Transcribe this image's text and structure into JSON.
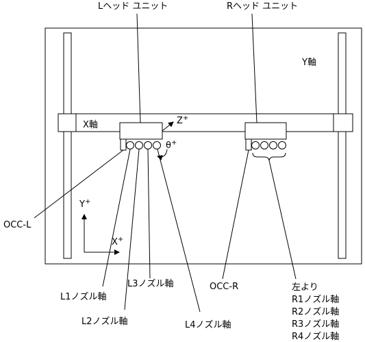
{
  "labels": {
    "l_head_unit": "Lヘッド ユニット",
    "r_head_unit": "Rヘッド ユニット",
    "y_axis": "Y軸",
    "x_axis": "X軸",
    "z_plus": "Z",
    "theta_plus": "θ",
    "plus": "+",
    "occ_l": "OCC-L",
    "occ_r": "OCC-R",
    "l1": "L1ノズル軸",
    "l2": "L2ノズル軸",
    "l3": "L3ノズル軸",
    "l4": "L4ノズル軸",
    "left_from": "左より",
    "r1": "R1ノズル軸",
    "r2": "R2ノズル軸",
    "r3": "R3ノズル軸",
    "r4": "R4ノズル軸",
    "coord_y": "Y",
    "coord_x": "X"
  },
  "icons": {
    "arrow": "arrow-head",
    "theta_rotation": "curved-arrow"
  },
  "colors": {
    "line": "#000000",
    "background": "#ffffff"
  }
}
